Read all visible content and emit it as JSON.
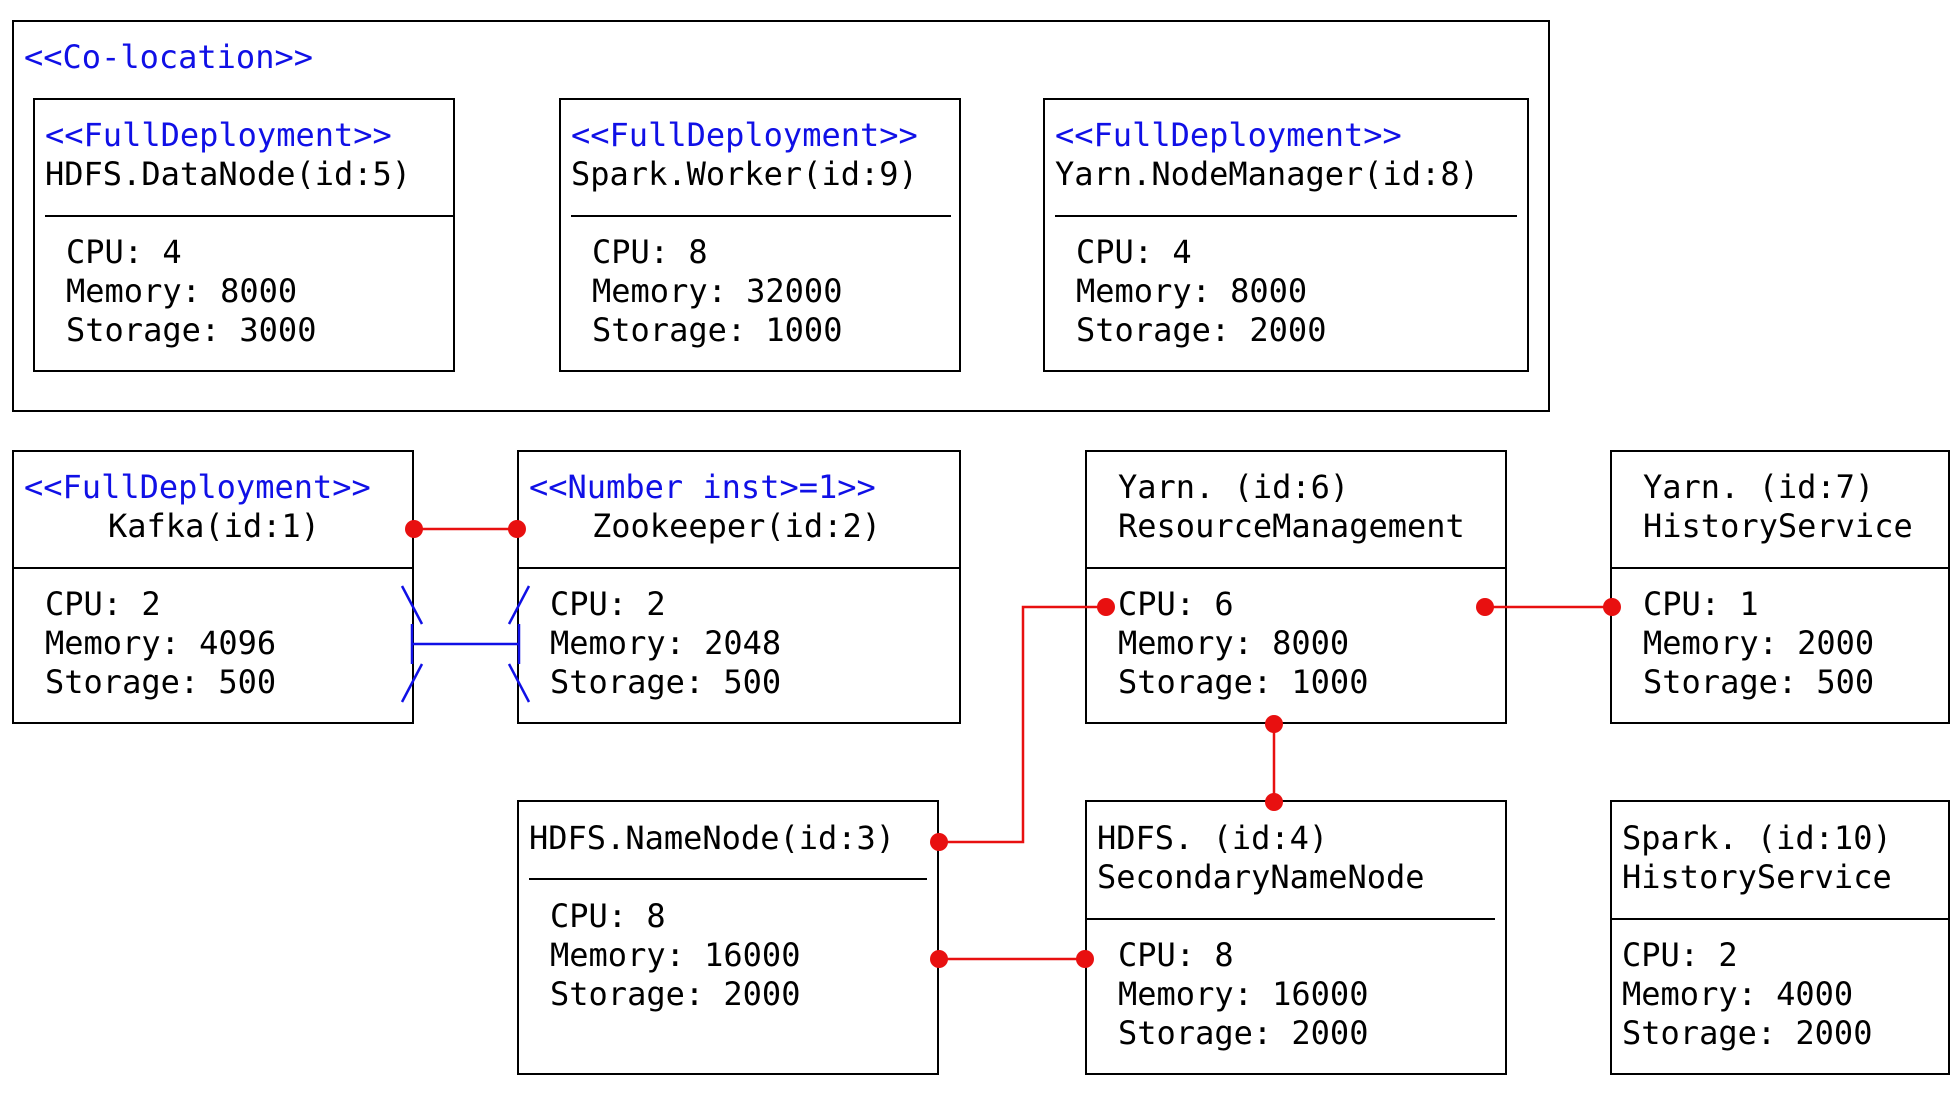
{
  "colors": {
    "stereotype": "#1010e6",
    "link": "#e81010",
    "conflict": "#1010e6",
    "border": "#000000"
  },
  "colocation": {
    "label": "<<Co-location>>"
  },
  "components": {
    "datanode": {
      "stereotype": "<<FullDeployment>>",
      "name": "HDFS.DataNode(id:5)",
      "cpu": "CPU: 4",
      "memory": "Memory: 8000",
      "storage": "Storage: 3000"
    },
    "sparkworker": {
      "stereotype": "<<FullDeployment>>",
      "name": "Spark.Worker(id:9)",
      "cpu": "CPU: 8",
      "memory": "Memory: 32000",
      "storage": "Storage: 1000"
    },
    "nodemanager": {
      "stereotype": "<<FullDeployment>>",
      "name": "Yarn.NodeManager(id:8)",
      "cpu": "CPU: 4",
      "memory": "Memory: 8000",
      "storage": "Storage: 2000"
    },
    "kafka": {
      "stereotype": "<<FullDeployment>>",
      "name": "Kafka(id:1)",
      "cpu": "CPU: 2",
      "memory": "Memory: 4096",
      "storage": "Storage: 500"
    },
    "zookeeper": {
      "stereotype": "<<Number inst>=1>>",
      "name": "Zookeeper(id:2)",
      "cpu": "CPU: 2",
      "memory": "Memory: 2048",
      "storage": "Storage: 500"
    },
    "resourcemgmt": {
      "name1": "Yarn. (id:6)",
      "name2": "ResourceManagement",
      "cpu": "CPU: 6",
      "memory": "Memory: 8000",
      "storage": "Storage: 1000"
    },
    "yarnhistory": {
      "name1": "Yarn. (id:7)",
      "name2": "HistoryService",
      "cpu": "CPU: 1",
      "memory": "Memory: 2000",
      "storage": "Storage: 500"
    },
    "namenode": {
      "name": "HDFS.NameNode(id:3)",
      "cpu": "CPU: 8",
      "memory": "Memory: 16000",
      "storage": "Storage: 2000"
    },
    "secondary": {
      "name1": "HDFS. (id:4)",
      "name2": "SecondaryNameNode",
      "cpu": "CPU: 8",
      "memory": "Memory: 16000",
      "storage": "Storage: 2000"
    },
    "sparkhistory": {
      "name1": "Spark. (id:10)",
      "name2": "HistoryService",
      "cpu": "CPU: 2",
      "memory": "Memory: 4000",
      "storage": "Storage: 2000"
    }
  },
  "links": [
    {
      "from": "Kafka(id:1)",
      "to": "Zookeeper(id:2)",
      "kind": "dependency"
    },
    {
      "from": "Kafka(id:1)",
      "to": "Zookeeper(id:2)",
      "kind": "conflict"
    },
    {
      "from": "ResourceManagement",
      "to": "HistoryService",
      "kind": "dependency"
    },
    {
      "from": "ResourceManagement",
      "to": "SecondaryNameNode",
      "kind": "dependency"
    },
    {
      "from": "HDFS.NameNode(id:3)",
      "to": "ResourceManagement",
      "kind": "dependency"
    },
    {
      "from": "HDFS.NameNode(id:3)",
      "to": "SecondaryNameNode",
      "kind": "dependency"
    }
  ]
}
